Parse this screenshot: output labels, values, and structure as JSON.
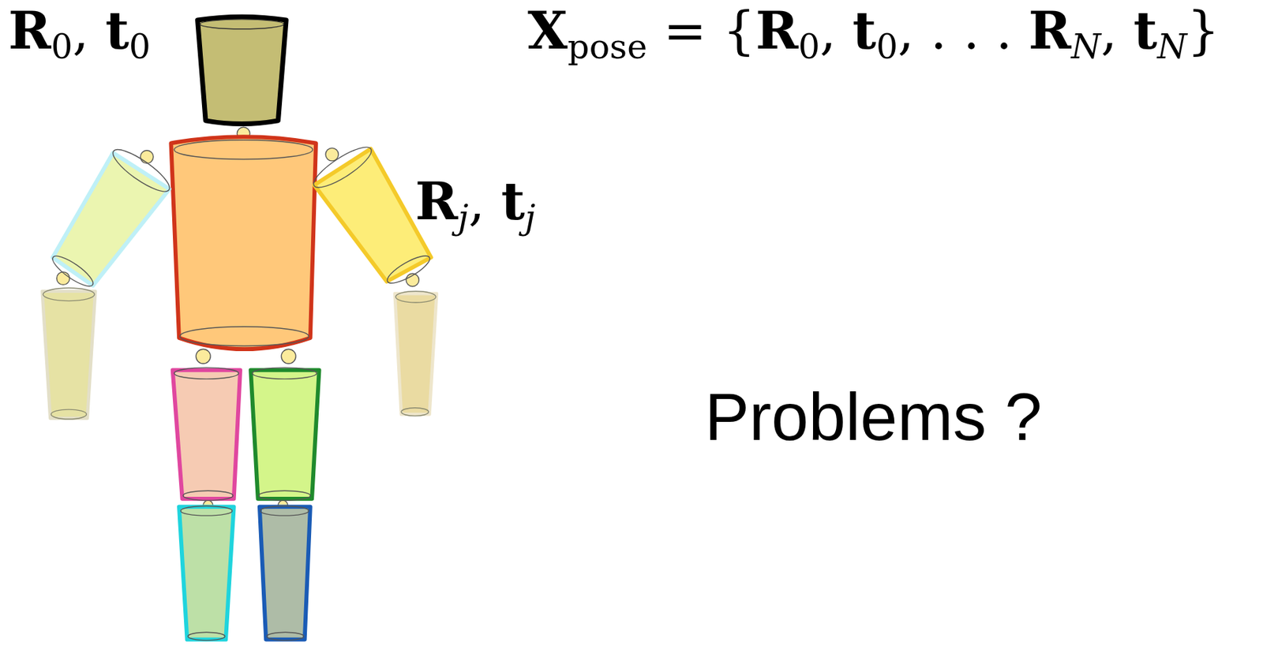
{
  "diagram": {
    "labels": [
      "R",
      "0",
      ", ",
      "t",
      "0",
      "X",
      "pose",
      " = {",
      "R",
      "0",
      ", ",
      "t",
      "0",
      ", . . . ",
      "R",
      "N",
      ", ",
      "t",
      "N",
      "}",
      "R",
      "j",
      ", ",
      "t",
      "j",
      "Problems ?"
    ]
  }
}
